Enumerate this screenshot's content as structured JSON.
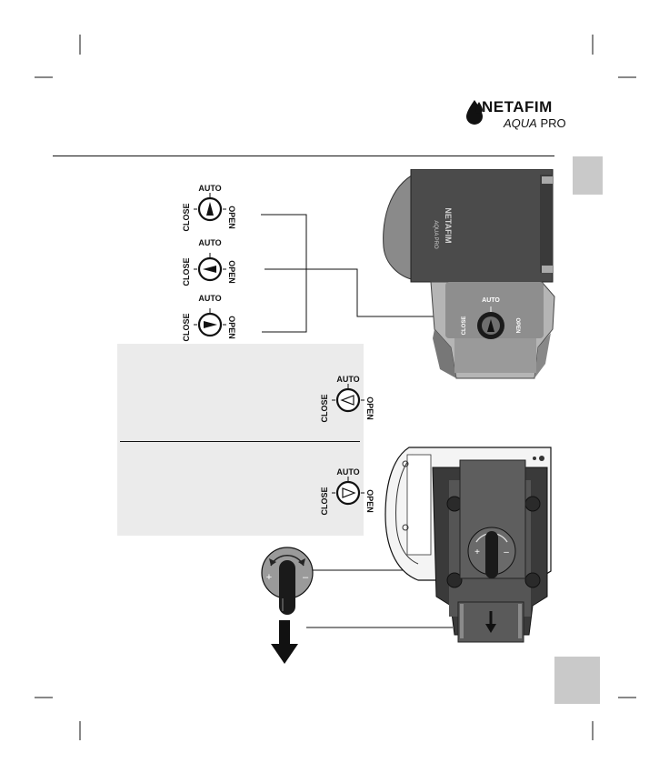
{
  "brand": {
    "name": "NETAFIM",
    "product_part1": "AQUA",
    "product_part2": " PRO"
  },
  "dial_labels": {
    "auto": "AUTO",
    "close": "CLOSE",
    "open": "OPEN"
  },
  "device": {
    "cover_brand": "NETAFIM",
    "cover_product": "AQUA PRO",
    "auto": "AUTO",
    "close": "CLOSE",
    "open": "OPEN"
  },
  "knob_signs": {
    "plus": "+",
    "minus": "–"
  }
}
